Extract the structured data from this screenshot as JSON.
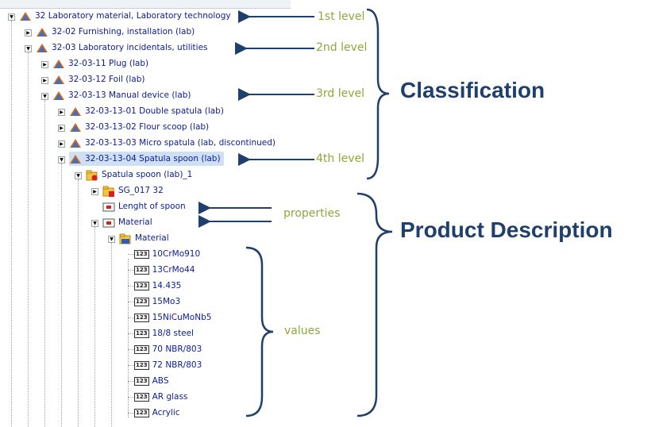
{
  "tree": {
    "nodes": [
      {
        "label": "32 Laboratory material, Laboratory technology",
        "icon": "class-icon"
      },
      {
        "label": "32-02 Furnishing, installation (lab)",
        "icon": "class-icon"
      },
      {
        "label": "32-03 Laboratory incidentals, utilities",
        "icon": "class-icon"
      },
      {
        "label": "32-03-11 Plug (lab)",
        "icon": "class-icon"
      },
      {
        "label": "32-03-12 Foil (lab)",
        "icon": "class-icon"
      },
      {
        "label": "32-03-13 Manual device (lab)",
        "icon": "class-icon"
      },
      {
        "label": "32-03-13-01 Double spatula (lab)",
        "icon": "class-icon"
      },
      {
        "label": "32-03-13-02 Flour scoop (lab)",
        "icon": "class-icon"
      },
      {
        "label": "32-03-13-03 Micro spatula (lab, discontinued)",
        "icon": "class-icon"
      },
      {
        "label": "32-03-13-04 Spatula spoon (lab)",
        "icon": "class-icon"
      },
      {
        "label": "Spatula spoon (lab)_1",
        "icon": "product-folder-icon"
      },
      {
        "label": "SG_017 32",
        "icon": "attribute-group-icon"
      },
      {
        "label": "Lenght of spoon",
        "icon": "property-icon"
      },
      {
        "label": "Material",
        "icon": "property-icon"
      },
      {
        "label": "Material",
        "icon": "value-folder-icon"
      }
    ],
    "values": [
      "10CrMo910",
      "13CrMo44",
      "14.435",
      "15Mo3",
      "15NiCuMoNb5",
      "18/8 steel",
      "70 NBR/803",
      "72 NBR/803",
      "ABS",
      "AR glass",
      "Acrylic"
    ],
    "value_badge": "123"
  },
  "annotations": {
    "level1": "1st level",
    "level2": "2nd level",
    "level3": "3rd level",
    "level4": "4th level",
    "properties": "properties",
    "values": "values",
    "classification": "Classification",
    "product_description": "Product Description"
  },
  "colors": {
    "accent": "#1f3f6e",
    "annotation": "#8da83a",
    "tree_text": "#0a1a9e"
  }
}
